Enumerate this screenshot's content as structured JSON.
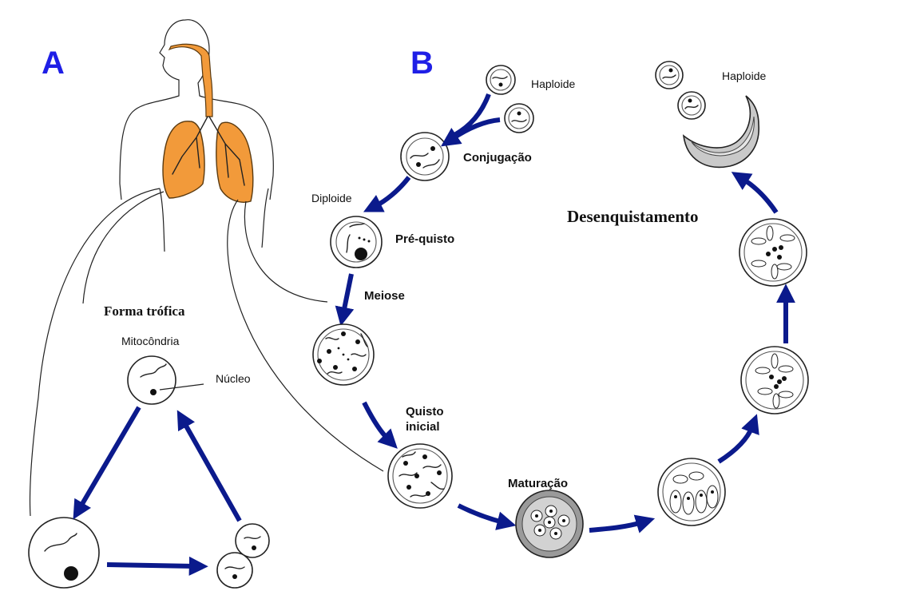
{
  "panels": {
    "a": "A",
    "b": "B"
  },
  "labels": {
    "haploide_1": "Haploide",
    "haploide_2": "Haploide",
    "conjugacao": "Conjugação",
    "diploide": "Diploide",
    "pre_quisto": "Pré-quisto",
    "meiose": "Meiose",
    "quisto_inicial_1": "Quisto",
    "quisto_inicial_2": "inicial",
    "maturacao": "Maturação",
    "desenquistamento": "Desenquistamento",
    "forma_trofica": "Forma trófica",
    "mitocondria": "Mitocôndria",
    "nucleo": "Núcleo"
  },
  "colors": {
    "arrow": "#0b1a8c",
    "panel_letter": "#1f1fe6",
    "lung": "#f29a3a"
  }
}
